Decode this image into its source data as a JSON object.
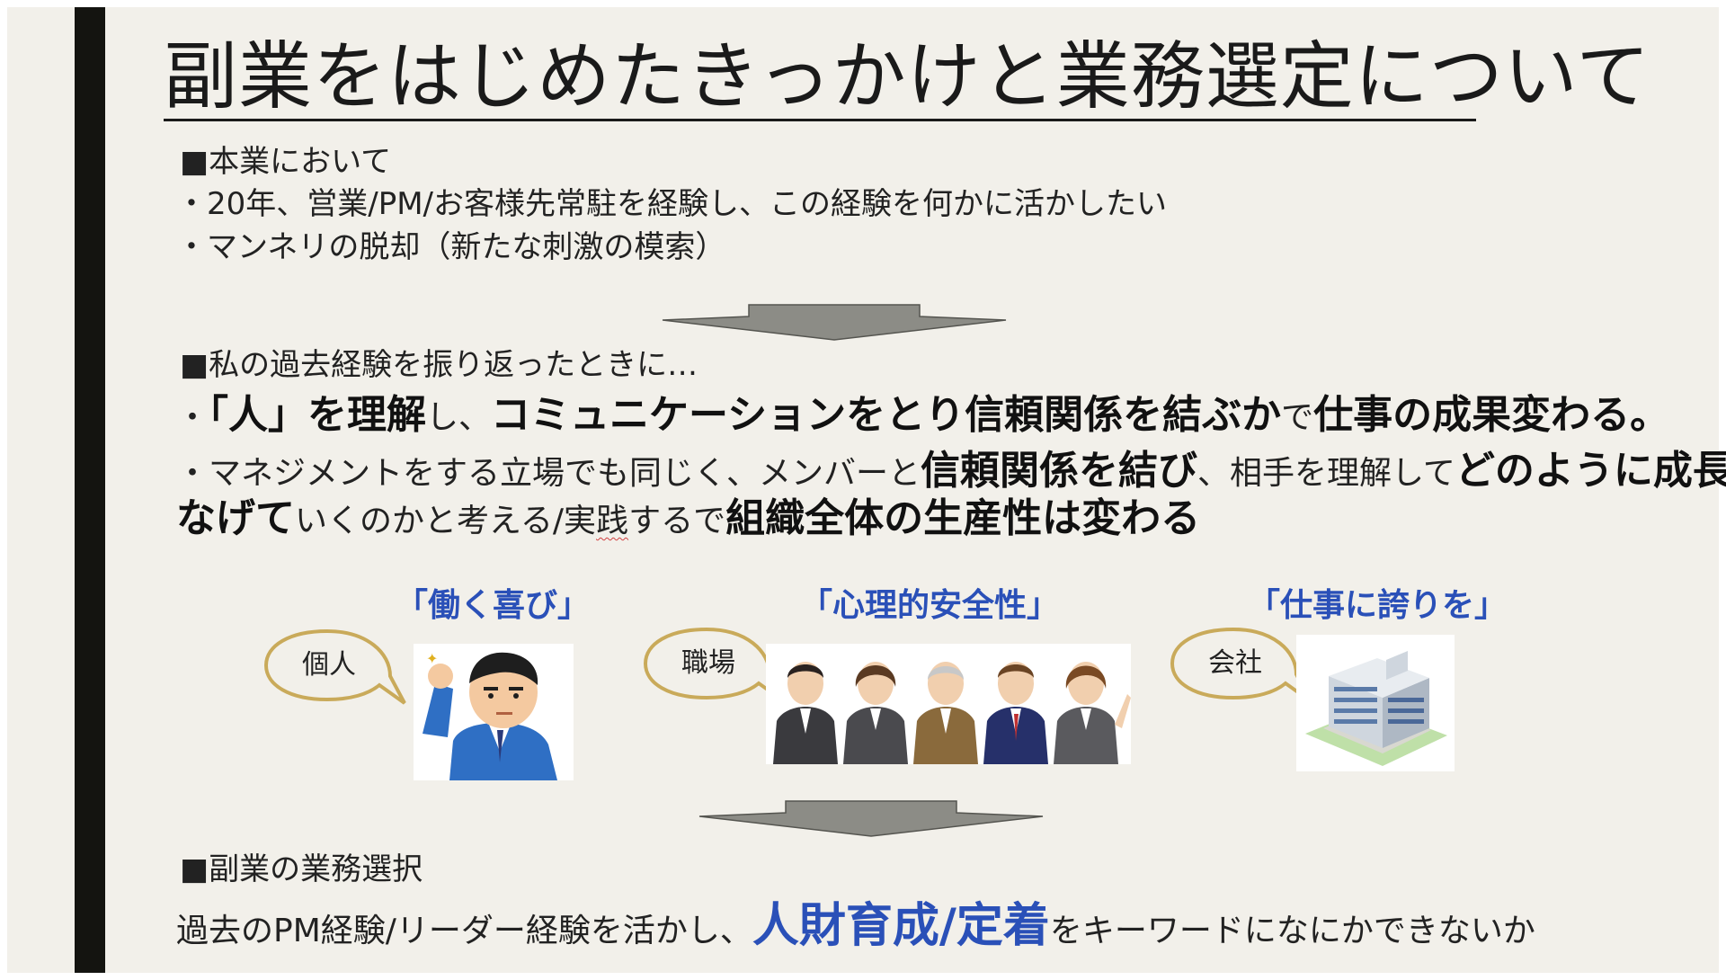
{
  "slide": {
    "title": "副業をはじめたきっかけと業務選定について",
    "section1": {
      "heading": "■本業において",
      "bullets": [
        "・20年、営業/PM/お客様先常駐を経験し、この経験を何かに活かしたい",
        "・マンネリの脱却（新たな刺激の模索）"
      ]
    },
    "section2": {
      "heading": "■私の過去経験を振り返ったときに…",
      "bullet1": {
        "prefix": "・",
        "part1": "「人」を理解",
        "part2": "し、",
        "part3": "コミュニケーションをとり信頼関係を結ぶか",
        "part4": "で",
        "part5": "仕事の成果変わる。"
      },
      "bullet2": {
        "part1": "・マネジメントをする立場でも同じく、メンバーと",
        "part2": "信頼関係を結び",
        "part3": "、相手を理解して",
        "part4": "どのように成長につ",
        "part5": "なげて",
        "part6": "いくのかと考える/実",
        "part6b": "践",
        "part6c": "するで",
        "part7": "組織全体の生産性は変わる"
      }
    },
    "levels": [
      {
        "keyword": "「働く喜び」",
        "bubble": "個人",
        "icon": "businessman-fist-icon"
      },
      {
        "keyword": "「心理的安全性」",
        "bubble": "職場",
        "icon": "team-members-icon"
      },
      {
        "keyword": "「仕事に誇りを」",
        "bubble": "会社",
        "icon": "office-building-icon"
      }
    ],
    "section3": {
      "heading": "■副業の業務選択",
      "line": {
        "part1": "過去のPM経験/リーダー経験を活かし、",
        "part2": "人財育成/定着",
        "part3": "をキーワードになにかできないか"
      }
    }
  },
  "colors": {
    "background": "#f2f0ea",
    "sidebar": "#141410",
    "accent_blue": "#2a50b8",
    "arrow_gray": "#8c8c86",
    "bubble_border": "#c9aa5a"
  }
}
